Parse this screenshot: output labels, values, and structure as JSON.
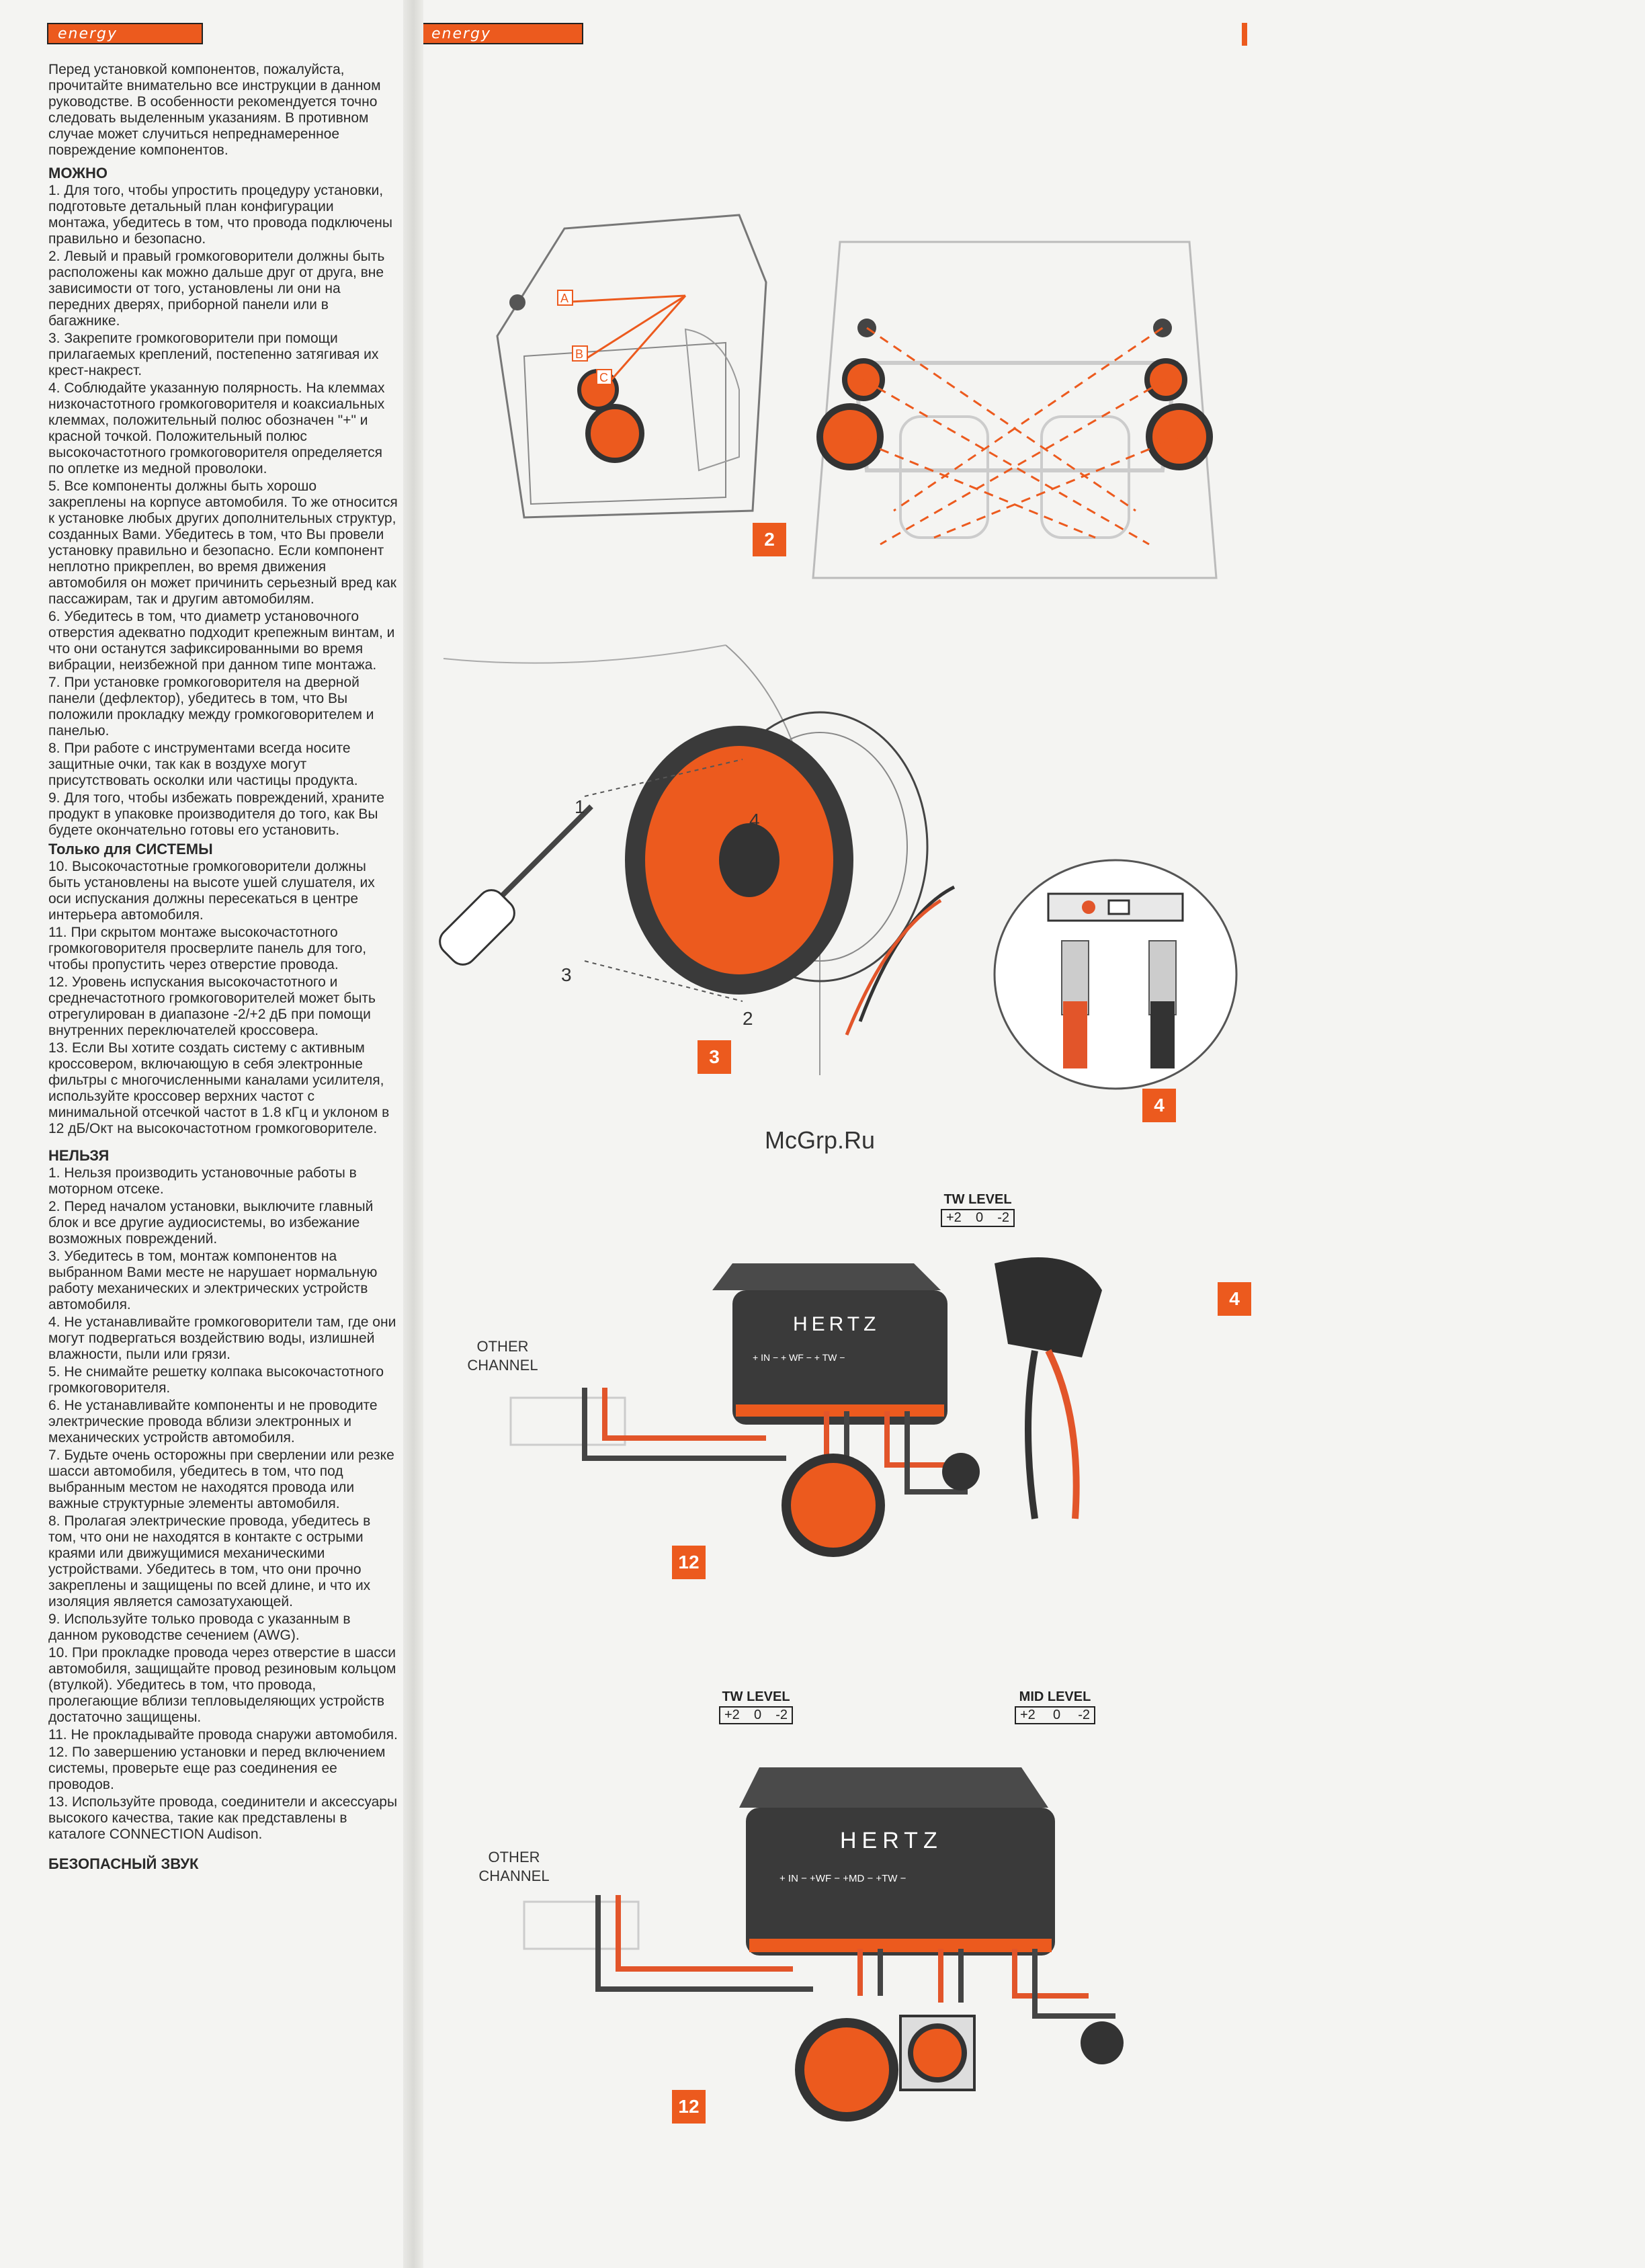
{
  "brand": {
    "logo_text": "energy"
  },
  "intro": "Перед установкой компонентов, пожалуйста, прочитайте внимательно все инструкции в данном руководстве. В особенности рекомендуется точно следовать выделенным указаниям. В противном случае может случиться непреднамеренное повреждение компонентов.",
  "can": {
    "heading": "МОЖНО",
    "items": [
      "1. Для того, чтобы упростить процедуру установки, подготовьте детальный план конфигурации монтажа, убедитесь в том, что провода подключены правильно и безопасно.",
      "2. Левый и правый громкоговорители должны быть расположены как можно дальше друг от друга, вне зависимости от того, установлены ли они на передних дверях, приборной панели или в багажнике.",
      "3. Закрепите громкоговорители при помощи прилагаемых креплений, постепенно затягивая их крест-накрест.",
      "4. Соблюдайте указанную полярность. На клеммах низкочастотного громкоговорителя и коаксиальных клеммах, положительный полюс обозначен \"+\" и красной точкой. Положительный полюс высокочастотного громкоговорителя определяется по оплетке из медной проволоки.",
      "5. Все компоненты должны быть хорошо закреплены на корпусе автомобиля. То же относится к установке любых других дополнительных структур, созданных Вами. Убедитесь в том, что Вы провели установку правильно и безопасно. Если компонент неплотно прикреплен, во время движения автомобиля он может причинить серьезный вред как пассажирам, так и другим автомобилям.",
      "6. Убедитесь в том, что диаметр установочного отверстия адекватно подходит крепежным винтам, и что они останутся зафиксированными во время вибрации, неизбежной при данном типе монтажа.",
      "7. При установке громкоговорителя на дверной панели (дефлектор), убедитесь в том, что Вы положили прокладку между громкоговорителем и панелью.",
      "8. При работе с инструментами всегда носите защитные очки, так как в воздухе могут присутствовать осколки или частицы продукта.",
      "9. Для того, чтобы избежать повреждений, храните продукт в упаковке производителя до того, как Вы будете окончательно готовы его установить."
    ]
  },
  "system": {
    "heading": "Только для СИСТЕМЫ",
    "items": [
      "10. Высокочастотные громкоговорители должны быть установлены на высоте ушей слушателя, их оси испускания должны пересекаться в центре интерьера автомобиля.",
      "11. При скрытом монтаже высокочастотного громкоговорителя просверлите панель для того, чтобы пропустить через отверстие провода.",
      "12. Уровень испускания высокочастотного и среднечастотного громкоговорителей может быть отрегулирован в диапазоне -2/+2 дБ при помощи внутренних переключателей кроссовера.",
      "13. Если Вы хотите создать систему с активным кроссовером, включающую в себя электронные фильтры с многочисленными каналами усилителя, используйте кроссовер верхних частот с минимальной отсечкой частот в 1.8 кГц и уклоном в 12 дБ/Окт на высокочастотном громкоговорителе."
    ]
  },
  "cannot": {
    "heading": "НЕЛЬЗЯ",
    "items": [
      "1. Нельзя производить установочные работы в моторном отсеке.",
      "2. Перед началом установки, выключите главный блок и все другие аудиосистемы, во избежание возможных повреждений.",
      "3. Убедитесь в том, монтаж компонентов на выбранном Вами месте не нарушает нормальную работу механических и электрических устройств автомобиля.",
      "4. Не устанавливайте громкоговорители там, где они могут подвергаться воздействию воды, излишней влажности, пыли или грязи.",
      "5. Не снимайте решетку колпака высокочастотного громкоговорителя.",
      "6. Не устанавливайте компоненты и не проводите электрические провода вблизи электронных и механических устройств автомобиля.",
      "7. Будьте очень осторожны при сверлении или резке шасси автомобиля, убедитесь в том, что под выбранным местом не находятся провода или важные структурные элементы автомобиля.",
      "8. Пролагая электрические провода, убедитесь в том, что они не находятся в контакте с острыми краями или движущимися механическими устройствами. Убедитесь в том, что они прочно закреплены и защищены по всей длине, и что их изоляция является самозатухающей.",
      "9. Используйте только провода с указанным в данном руководстве сечением (AWG).",
      "10. При прокладке провода через отверстие в шасси автомобиля, защищайте провод резиновым кольцом (втулкой). Убедитесь в том, что провода, пролегающие вблизи тепловыделяющих устройств достаточно защищены.",
      "11. Не прокладывайте провода снаружи автомобиля.",
      "12. По завершению установки и перед включением системы, проверьте еще раз соединения ее проводов.",
      "13. Используйте провода, соединители и аксессуары высокого качества, такие как представлены в каталоге CONNECTION Audison."
    ]
  },
  "safe_sound_heading": "БЕЗОПАСНЫЙ ЗВУК",
  "figures": {
    "fig2_label": "2",
    "fig3_label": "3",
    "fig4_label": "4",
    "fig4b_label": "4",
    "fig12a_label": "12",
    "fig12b_label": "12",
    "door_letters": [
      "A",
      "B",
      "C"
    ],
    "screw_numbers": [
      "1",
      "2",
      "3",
      "4"
    ],
    "crossover_brand": "HERTZ",
    "terminals_a": "+ IN −   + WF −   + TW −",
    "terminals_b": "+ IN −   +WF −   +MD −   +TW −",
    "other_channel": [
      "OTHER",
      "CHANNEL"
    ],
    "tw_level_title": "TW  LEVEL",
    "mid_level_title": "MID  LEVEL",
    "level_steps": [
      "+2",
      "0",
      "-2"
    ]
  },
  "watermark": "McGrp.Ru",
  "colors": {
    "accent": "#ec5a1e",
    "dark": "#3a3a3a",
    "wire_red": "#e2552a"
  }
}
